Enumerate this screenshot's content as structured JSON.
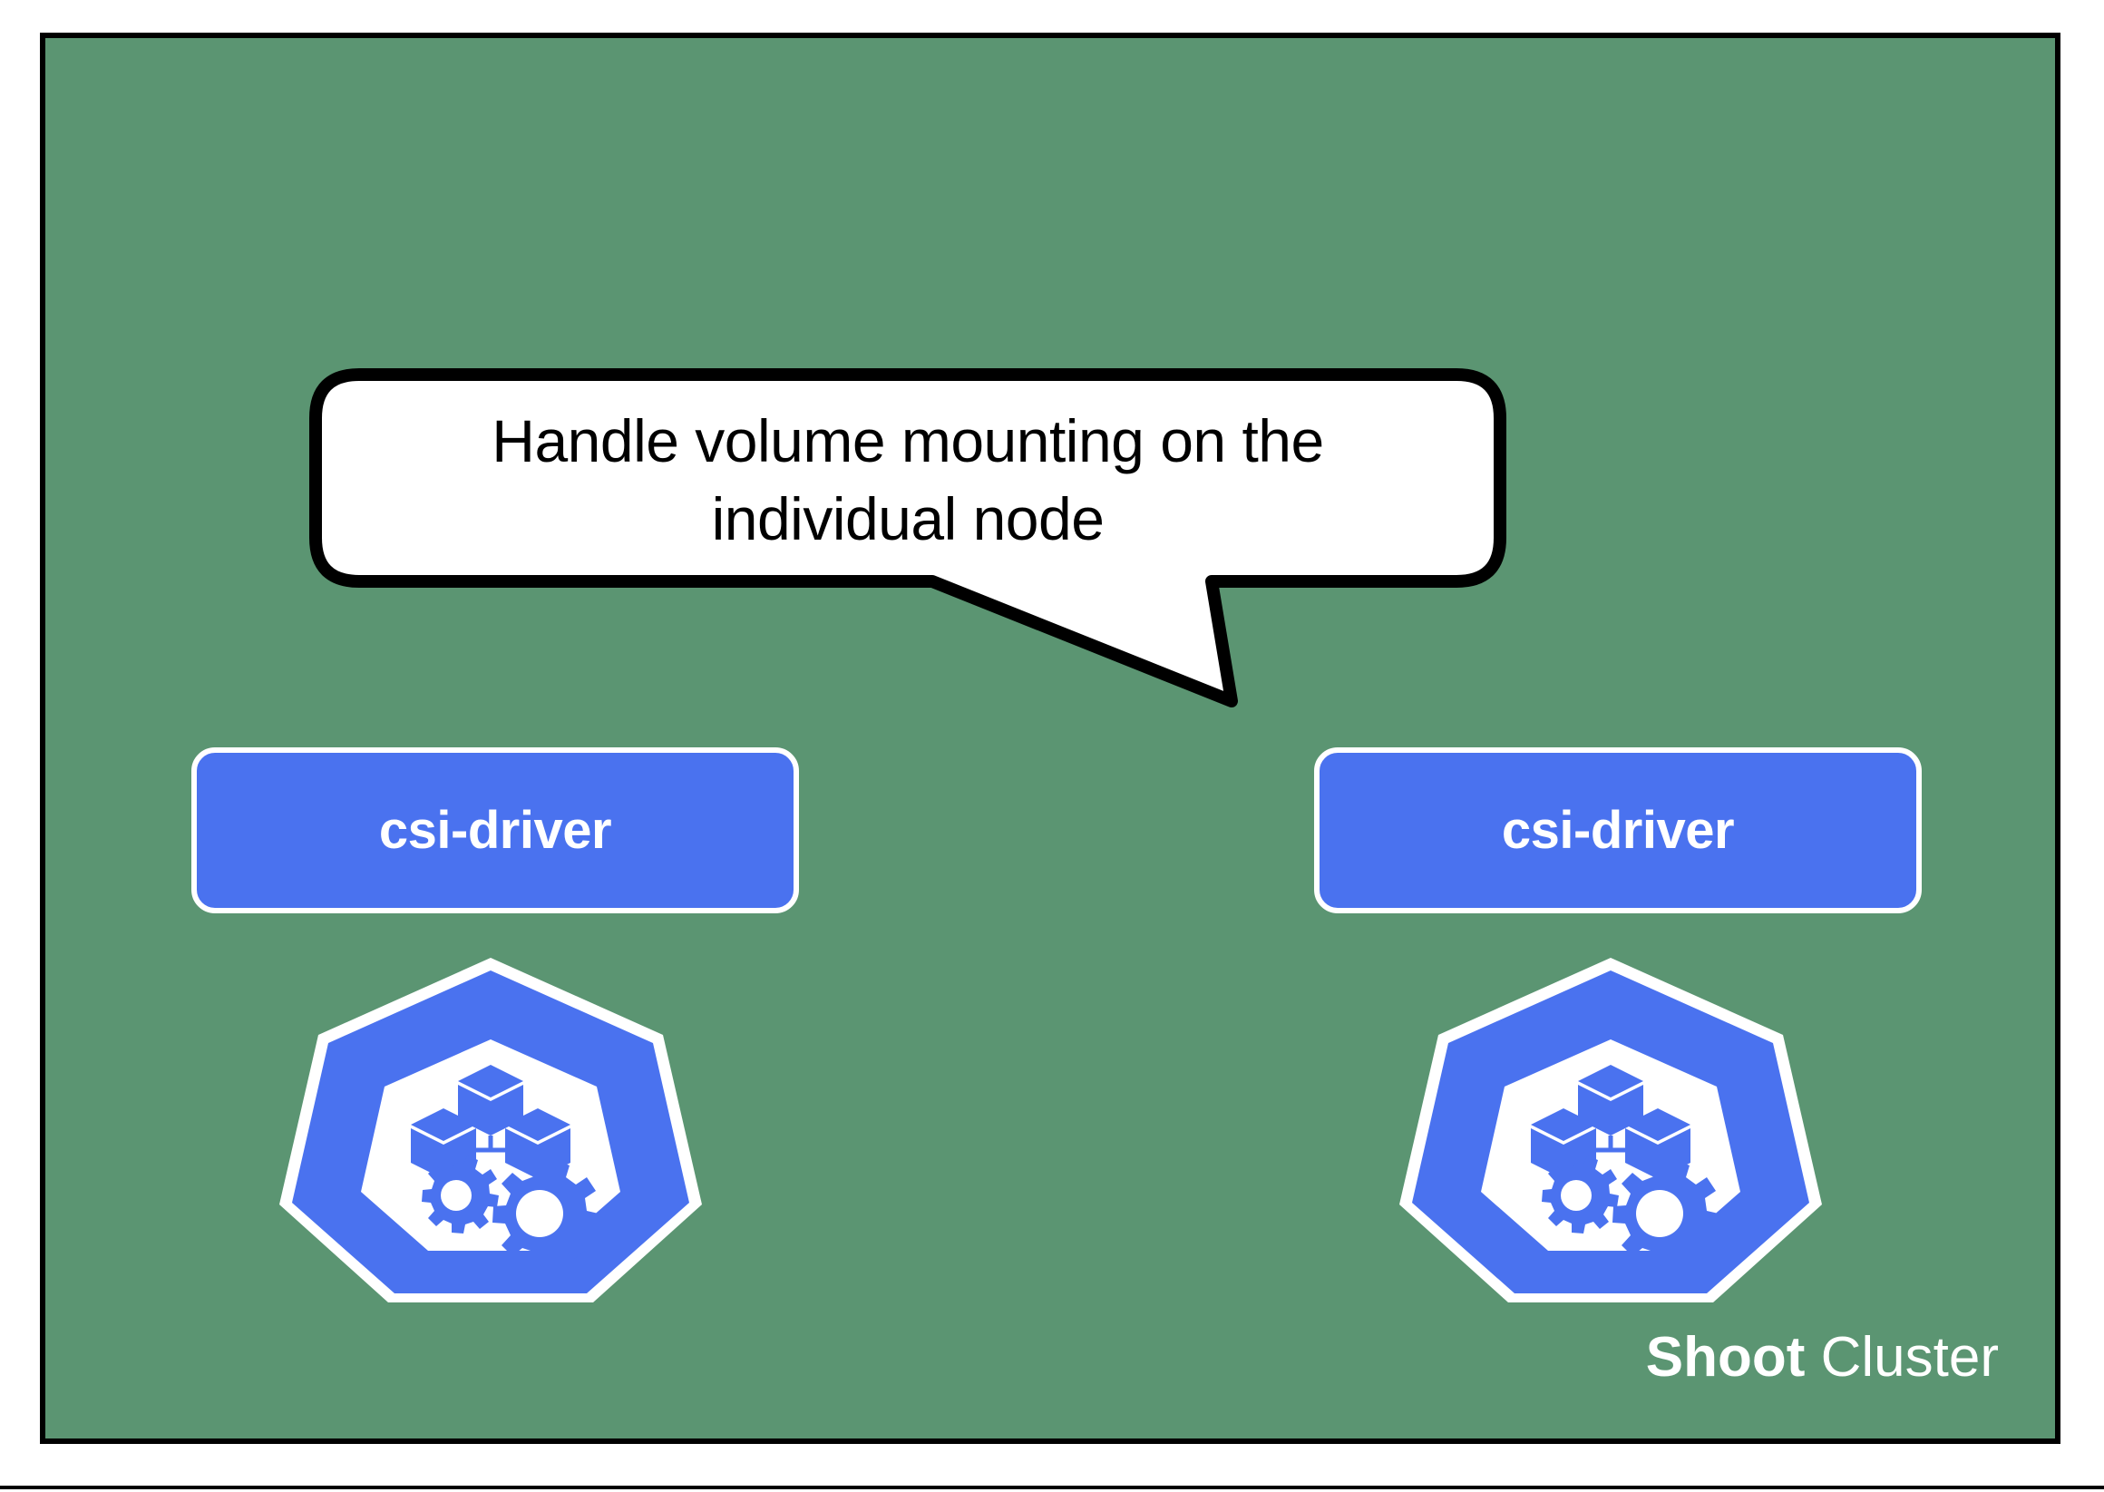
{
  "diagram": {
    "background_color": "#ffffff",
    "panel": {
      "name": "Shoot Cluster",
      "fill_color": "#5b9572",
      "border_color": "#000000",
      "caption_bold": "Shoot",
      "caption_light": " Cluster"
    },
    "callout": {
      "line1": "Handle volume mounting on the",
      "line2": "individual node",
      "fill_color": "#ffffff",
      "border_color": "#000000",
      "points_to": "csi-driver-right"
    },
    "components": [
      {
        "id": "csi-driver-left",
        "label": "csi-driver",
        "fill_color": "#4a72ef",
        "border_color": "#ffffff",
        "text_color": "#ffffff"
      },
      {
        "id": "csi-driver-right",
        "label": "csi-driver",
        "fill_color": "#4a72ef",
        "border_color": "#ffffff",
        "text_color": "#ffffff"
      }
    ],
    "nodes": [
      {
        "id": "node-left",
        "icon": "kubernetes-node-icon",
        "fill_color": "#4a72ef",
        "inner_color": "#ffffff"
      },
      {
        "id": "node-right",
        "icon": "kubernetes-node-icon",
        "fill_color": "#4a72ef",
        "inner_color": "#ffffff"
      }
    ]
  }
}
